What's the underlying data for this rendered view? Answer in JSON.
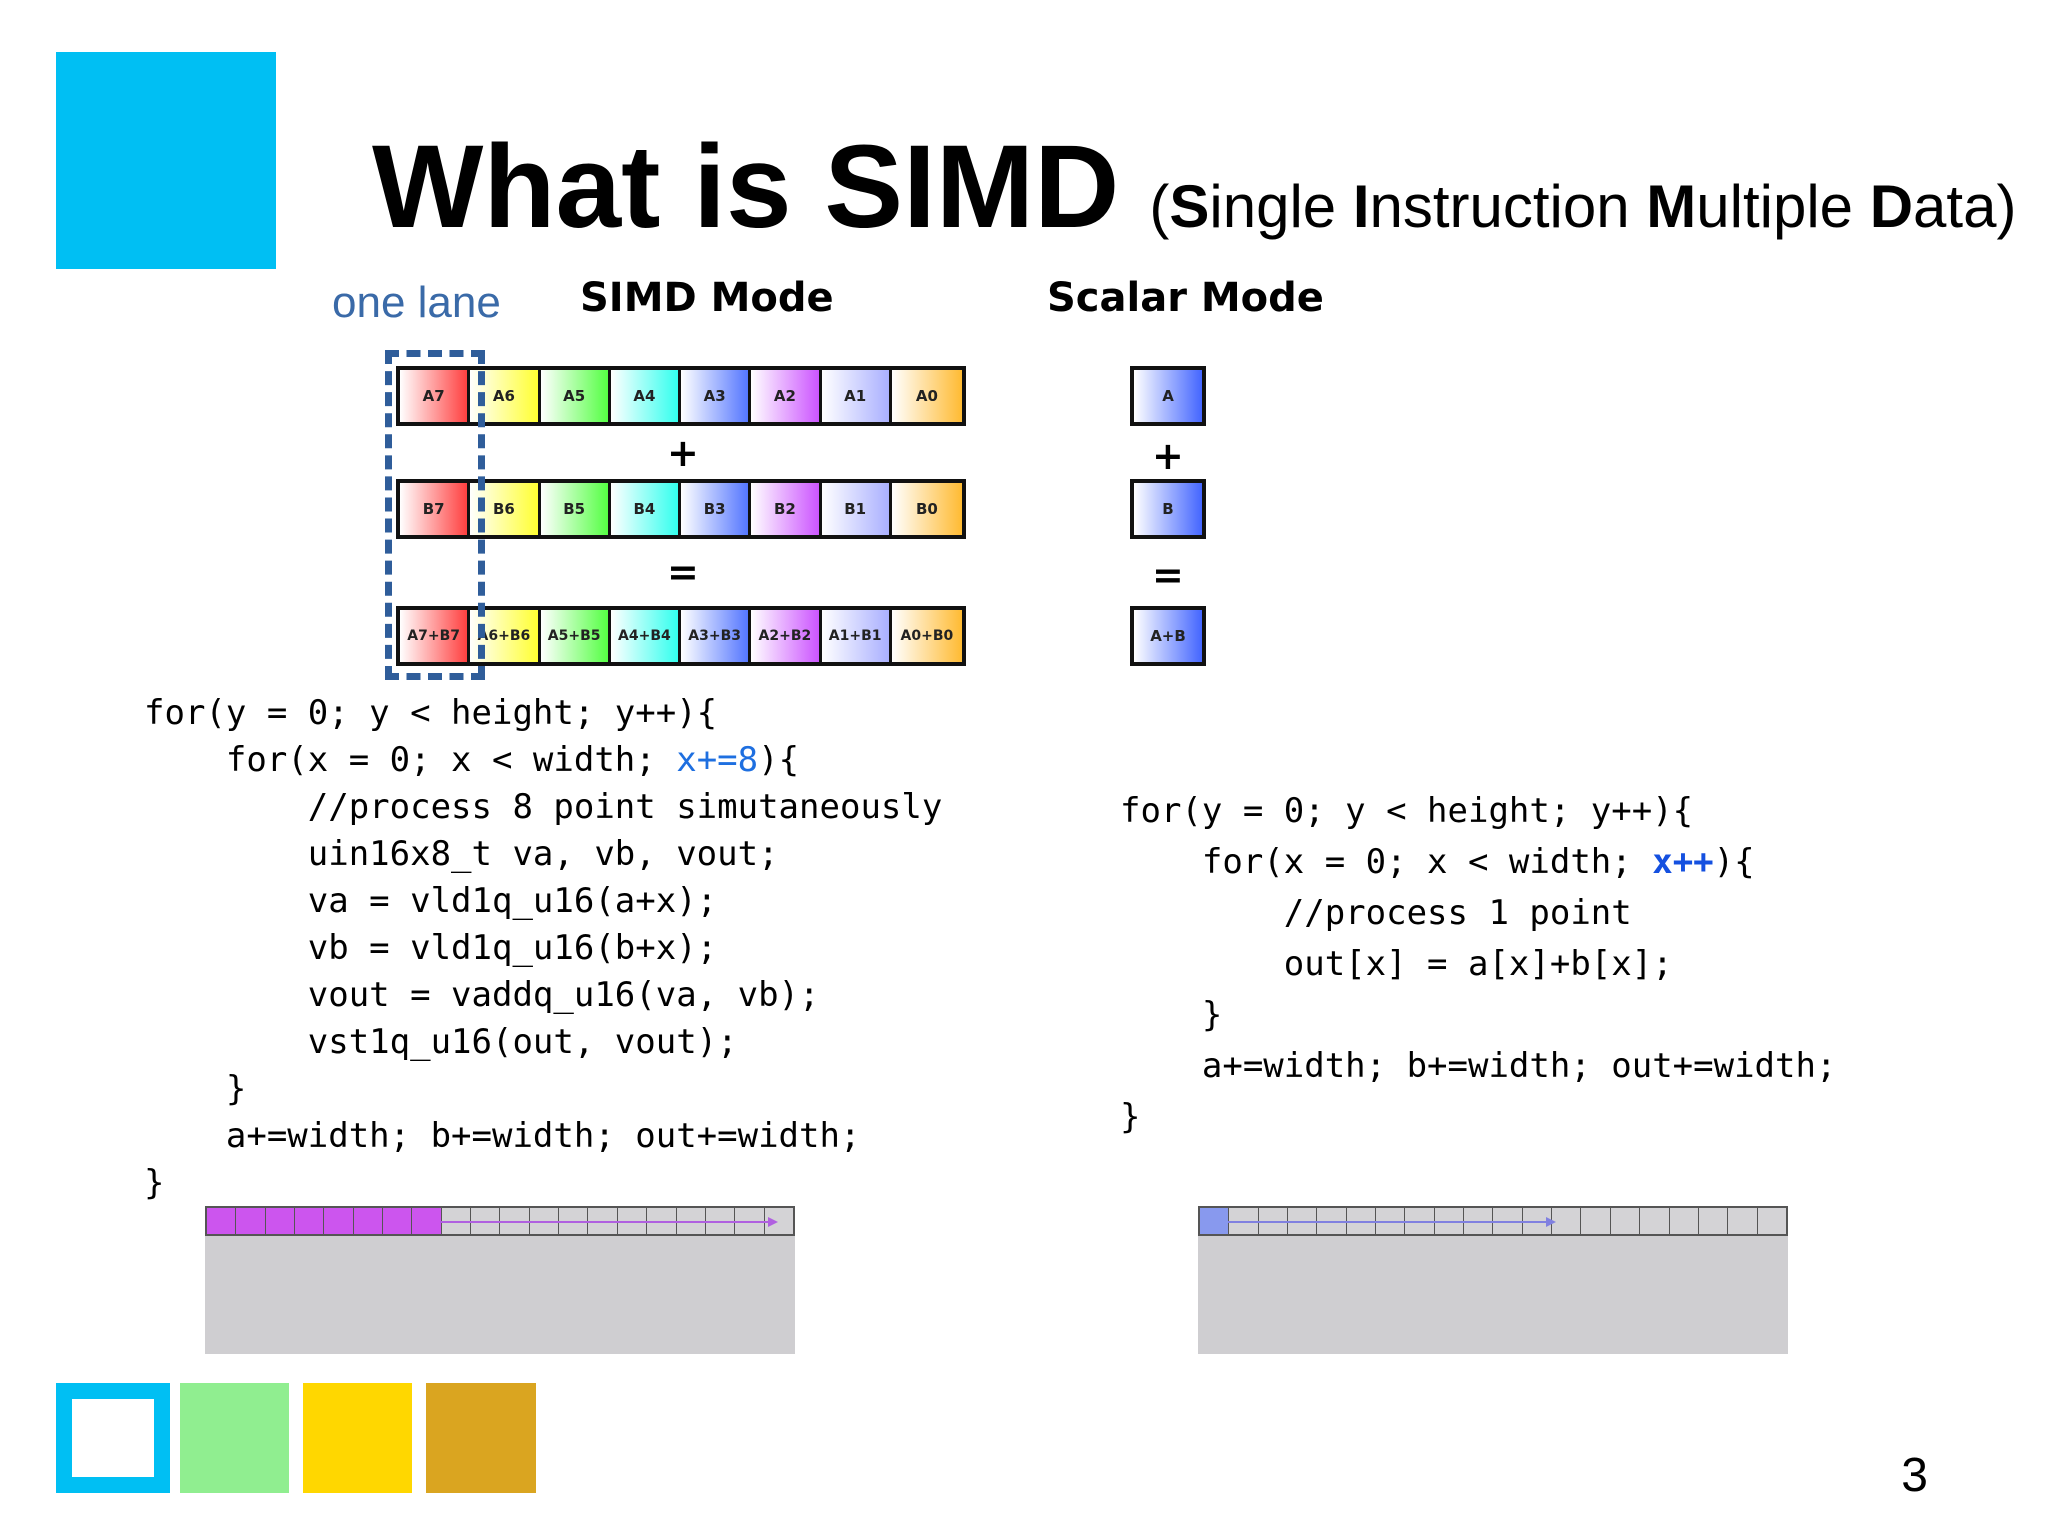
{
  "title": {
    "main": "What is SIMD",
    "sub_open": "(",
    "sub_s": "S",
    "sub_ingle": "ingle ",
    "sub_i": "I",
    "sub_nstruction": "nstruction ",
    "sub_m": "M",
    "sub_ultiple": "ultiple ",
    "sub_d": "D",
    "sub_ata": "ata)"
  },
  "labels": {
    "one_lane": "one lane",
    "simd_mode": "SIMD Mode",
    "scalar_mode": "Scalar Mode",
    "plus": "+",
    "equals": "="
  },
  "simd_rows": [
    [
      "A7",
      "A6",
      "A5",
      "A4",
      "A3",
      "A2",
      "A1",
      "A0"
    ],
    [
      "B7",
      "B6",
      "B5",
      "B4",
      "B3",
      "B2",
      "B1",
      "B0"
    ],
    [
      "A7+B7",
      "A6+B6",
      "A5+B5",
      "A4+B4",
      "A3+B3",
      "A2+B2",
      "A1+B1",
      "A0+B0"
    ]
  ],
  "scalar_cells": [
    "A",
    "B",
    "A+B"
  ],
  "lane_colors": [
    "#ff4040",
    "#ffff33",
    "#55ff44",
    "#33ffee",
    "#5577ff",
    "#cc55ff",
    "#aab0ff",
    "#ffbb33"
  ],
  "scalar_color": "#4466ff",
  "simd_code": {
    "line1": "for(y = 0; y < height; y++){",
    "line2_pre": "    for(x = 0; x < width; ",
    "line2_hl": "x+=8",
    "line2_post": "){",
    "line3": "        //process 8 point simutaneously",
    "line4": "        uin16x8_t va, vb, vout;",
    "line5": "        va = vld1q_u16(a+x);",
    "line6": "        vb = vld1q_u16(b+x);",
    "line7": "        vout = vaddq_u16(va, vb);",
    "line8": "        vst1q_u16(out, vout);",
    "line9": "    }",
    "line10": "    a+=width; b+=width; out+=width;",
    "line11": "}"
  },
  "scalar_code": {
    "line1": "for(y = 0; y < height; y++){",
    "line2_pre": "    for(x = 0; x < width; ",
    "line2_hl": "x++",
    "line2_post": "){",
    "line3": "        //process 1 point",
    "line4": "        out[x] = a[x]+b[x];",
    "line5": "    }",
    "line6": "    a+=width; b+=width; out+=width;",
    "line7": "}"
  },
  "memory_bars": {
    "simd": {
      "cells": 20,
      "highlighted": 8,
      "highlight_color": "#cc55ee",
      "arrow_color": "#b060e0"
    },
    "scalar": {
      "cells": 20,
      "highlighted": 1,
      "highlight_color": "#8899ee",
      "arrow_color": "#8080e0"
    }
  },
  "deco_colors": {
    "big_square": "#00bff3",
    "outlined_square": "#00bff3",
    "green": "#90ee90",
    "yellow": "#ffd700",
    "gold": "#daa520"
  },
  "page_number": "3"
}
